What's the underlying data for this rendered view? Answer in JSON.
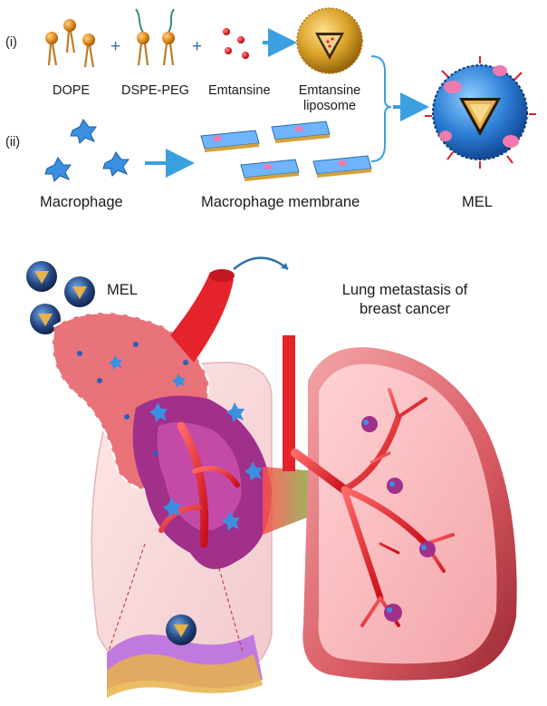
{
  "step_i": "(i)",
  "step_ii": "(ii)",
  "components": {
    "dope": "DOPE",
    "dspe_peg": "DSPE-PEG",
    "emtansine": "Emtansine",
    "liposome_line1": "Emtansine",
    "liposome_line2": "liposome",
    "macrophage": "Macrophage",
    "membrane": "Macrophage membrane",
    "mel": "MEL"
  },
  "operators": {
    "plus": "+"
  },
  "bottom": {
    "mel_label": "MEL",
    "target_line1": "Lung metastasis of",
    "target_line2": "breast cancer"
  },
  "colors": {
    "lipid_head": "#e0891b",
    "liposome": "#d9a128",
    "drug": "#e0262b",
    "macrophage": "#3b8fe0",
    "arrow": "#3aa0e0",
    "tissue": "#e86b73",
    "vessel": "#e4232b",
    "tumor": "#a0308a"
  }
}
